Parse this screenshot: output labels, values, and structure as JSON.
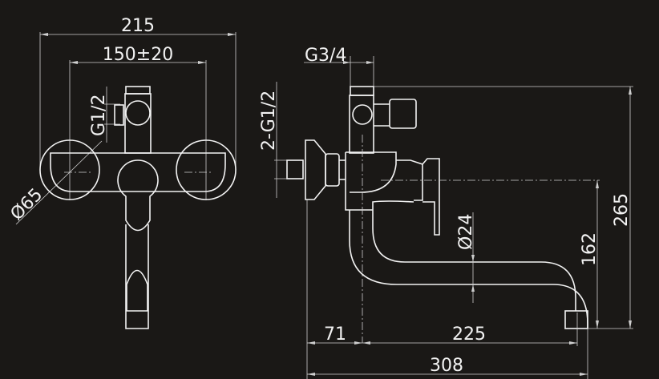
{
  "front_view": {
    "width_label": "215",
    "spacing_label": "150±20",
    "inlet_thread_label": "G1/2",
    "flange_diameter_label": "Ø65"
  },
  "side_view": {
    "top_thread_label": "G3/4",
    "inlet_thread_label": "2-G1/2",
    "spout_diameter_label": "Ø24",
    "total_height_label": "265",
    "spout_height_label": "162",
    "wall_offset_label": "71",
    "spout_reach_label": "225",
    "total_depth_label": "308"
  },
  "colors": {
    "background": "#1a1816",
    "lines": "#f2f2f2"
  }
}
